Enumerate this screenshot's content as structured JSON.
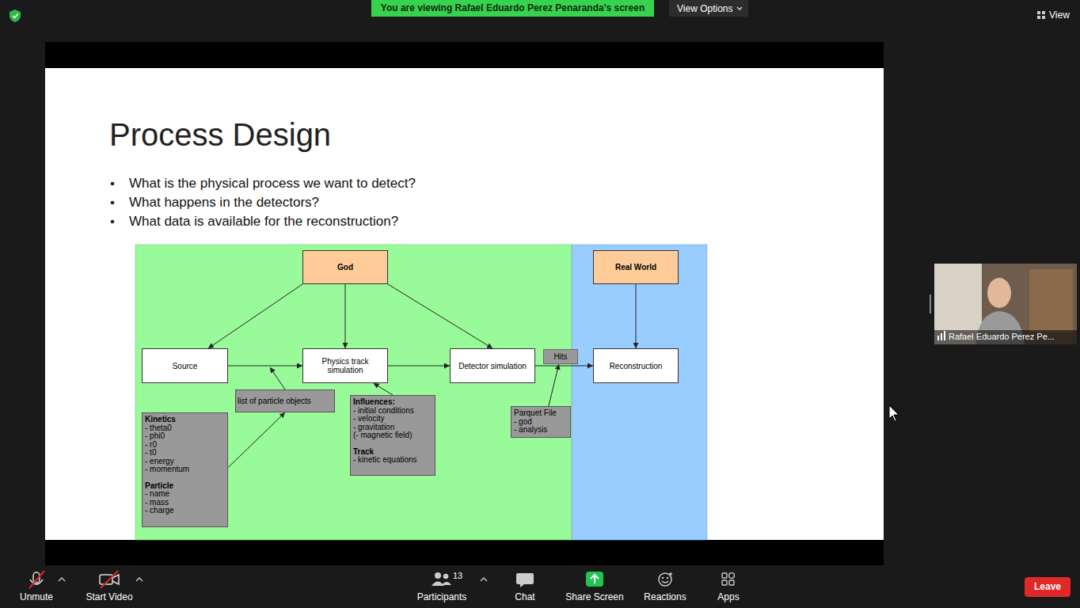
{
  "diagram": {
    "title": "Process Design",
    "nodes": [
      {
        "text": [
          "God"
        ]
      },
      {
        "text": [
          "Real World"
        ]
      },
      {
        "text": [
          "Source"
        ]
      },
      {
        "text": [
          "Physics track simulation"
        ]
      },
      {
        "text": [
          "Detector simulation"
        ]
      },
      {
        "text": [
          "Hits"
        ]
      },
      {
        "text": [
          "Reconstruction"
        ]
      },
      {
        "text": [
          "list of particle objects"
        ]
      },
      {
        "text": [
          "Influences:",
          "- initial conditions",
          "- velocity",
          "- gravitation",
          "(- magnetic field)",
          "Track",
          "- kinetic equations"
        ]
      },
      {
        "text": [
          "Parquet File",
          "- god",
          "- analysis"
        ]
      },
      {
        "text": [
          "Kinetics",
          "- theta0",
          "- phi0",
          "- r0",
          "- t0",
          "- energy",
          "- momentum",
          "Particle",
          "- name",
          "- mass",
          "- charge"
        ]
      }
    ],
    "edges": [
      {
        "from": 0,
        "to": 2,
        "arrow": "to"
      },
      {
        "from": 0,
        "to": 3,
        "arrow": "to"
      },
      {
        "from": 0,
        "to": 4,
        "arrow": "to"
      },
      {
        "from": 1,
        "to": 6,
        "arrow": "to"
      },
      {
        "from": 2,
        "to": 3,
        "arrow": "to"
      },
      {
        "from": 3,
        "to": 4,
        "arrow": "to"
      },
      {
        "from": 4,
        "to": 6,
        "arrow": "to"
      },
      {
        "from": 10,
        "to": 7,
        "arrow": "to"
      },
      {
        "from": 8,
        "to": 3,
        "arrow": "to"
      },
      {
        "from": 9,
        "to": 5,
        "arrow": "to"
      }
    ],
    "labels": [
      "You are viewing Rafael Eduardo Perez Penaranda's screen",
      "View Options",
      "View",
      "What is the physical process we want to detect?",
      "What happens in the detectors?",
      "What data is available for the reconstruction?",
      "Rafael Eduardo Perez Pe...",
      "Unmute",
      "Start Video",
      "13",
      "Participants",
      "Chat",
      "Share Screen",
      "Reactions",
      "Apps",
      "Leave"
    ]
  }
}
